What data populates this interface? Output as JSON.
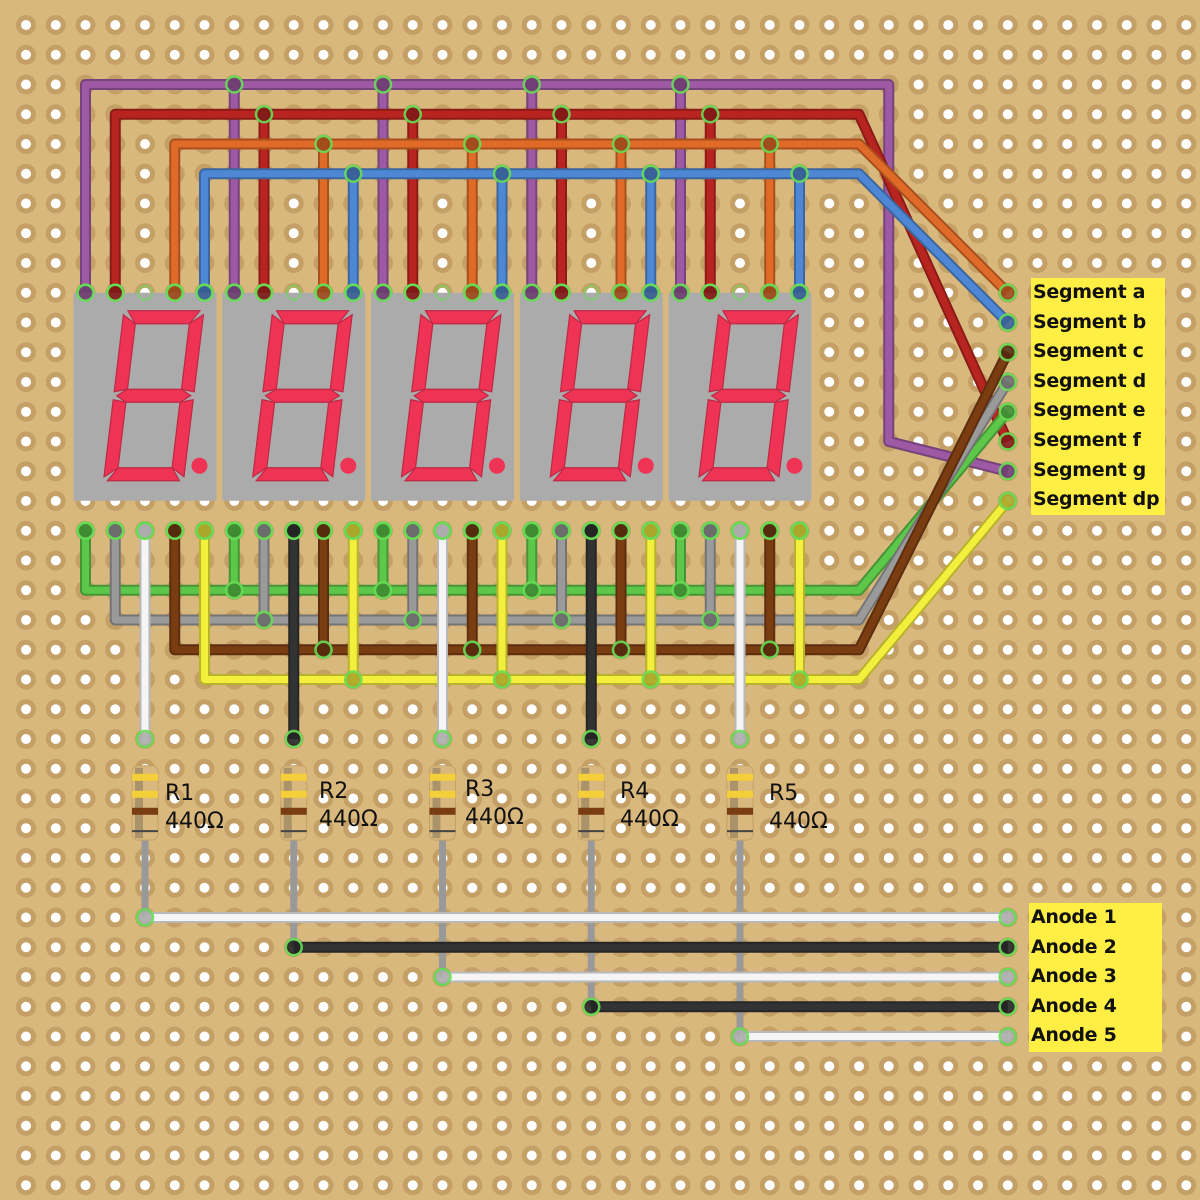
{
  "board": {
    "background": "#d9b87e",
    "hole_ring": "#c4a066",
    "hole": "#ffffff",
    "grid_cols": 40,
    "grid_rows": 40
  },
  "displays": {
    "count": 5,
    "body_color": "#ababab",
    "segment_color": "#ee3355",
    "digit_shown": "8."
  },
  "wire_colors": {
    "purple": "#9d59a3",
    "red": "#b8241f",
    "orange": "#e06a27",
    "blue": "#4e88d4",
    "green": "#5cc748",
    "gray": "#9a9a9a",
    "brown": "#7a3d12",
    "yellow": "#f4ee3c",
    "white": "#f5f5f5",
    "black": "#333333"
  },
  "segment_labels": [
    {
      "label": "Segment a",
      "wire": "orange"
    },
    {
      "label": "Segment b",
      "wire": "blue"
    },
    {
      "label": "Segment c",
      "wire": "brown"
    },
    {
      "label": "Segment d",
      "wire": "gray"
    },
    {
      "label": "Segment e",
      "wire": "green"
    },
    {
      "label": "Segment f",
      "wire": "red"
    },
    {
      "label": "Segment g",
      "wire": "purple"
    },
    {
      "label": "Segment dp",
      "wire": "yellow"
    }
  ],
  "anode_labels": [
    {
      "label": "Anode 1",
      "wire": "white"
    },
    {
      "label": "Anode 2",
      "wire": "black"
    },
    {
      "label": "Anode 3",
      "wire": "white"
    },
    {
      "label": "Anode 4",
      "wire": "black"
    },
    {
      "label": "Anode 5",
      "wire": "white"
    }
  ],
  "resistors": [
    {
      "name": "R1",
      "value": "440Ω"
    },
    {
      "name": "R2",
      "value": "440Ω"
    },
    {
      "name": "R3",
      "value": "440Ω"
    },
    {
      "name": "R4",
      "value": "440Ω"
    },
    {
      "name": "R5",
      "value": "440Ω"
    }
  ],
  "resistor_bands": [
    "#f5cf3a",
    "#f5cf3a",
    "#7a3d12"
  ]
}
